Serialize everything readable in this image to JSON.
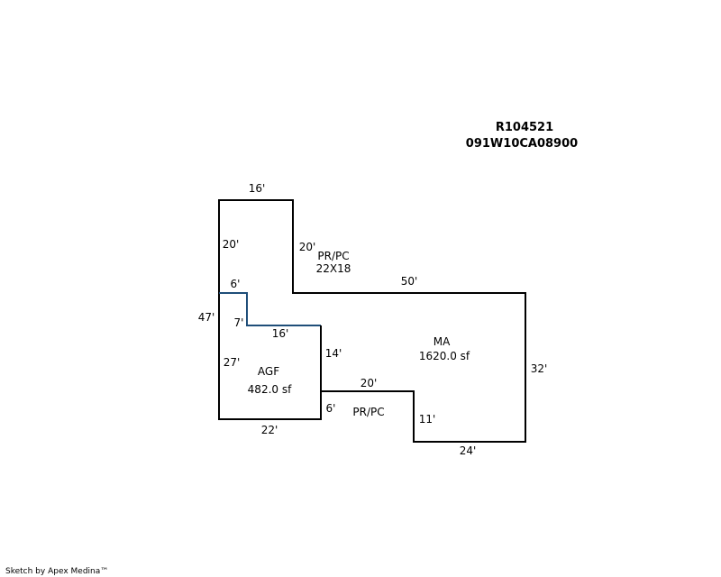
{
  "header": {
    "parcel_id": "R104521",
    "map_number": "091W10CA08900"
  },
  "footer": {
    "credit": "Sketch by Apex Medina™"
  },
  "colors": {
    "outline": "#000000",
    "agf_outline": "#1f4e79"
  },
  "areas": {
    "ma": {
      "name": "MA",
      "area": "1620.0 sf"
    },
    "agf": {
      "name": "AGF",
      "area": "482.0 sf"
    },
    "porch_upper": {
      "name": "PR/PC",
      "size": "22X18"
    },
    "porch_lower": {
      "name": "PR/PC"
    }
  },
  "dimensions": {
    "top_width": "16'",
    "upper_left": "20'",
    "upper_right": "20'",
    "ma_top": "50'",
    "left_total": "47'",
    "agf_notch_top": "6'",
    "agf_notch_side": "7'",
    "agf_top": "16'",
    "agf_right": "14'",
    "agf_left": "27'",
    "agf_bottom": "22'",
    "step_top": "20'",
    "step_side": "6'",
    "ma_right": "32'",
    "ma_inner_step": "11'",
    "ma_bottom": "24'"
  }
}
